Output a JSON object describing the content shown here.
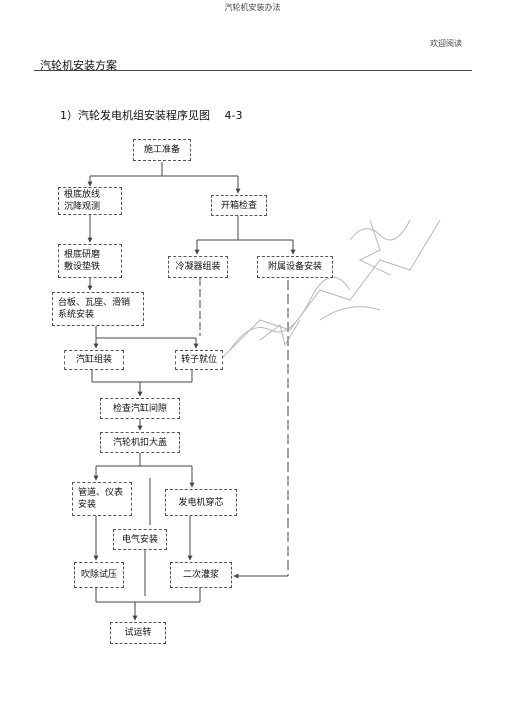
{
  "header": {
    "running_title": "汽轮机安装办法",
    "welcome_text": "欢迎阅读"
  },
  "document": {
    "title": "汽轮机安装方案",
    "figure_caption": "1）汽轮发电机组安装程序见图　 4-3"
  },
  "flowchart": {
    "steps": {
      "prep": "施工准备",
      "foundation_survey": "根底放线\n沉降观测",
      "unpack_inspect": "开箱检查",
      "foundation_grind": "根底研磨\n敷设垫铁",
      "condenser": "冷凝器组装",
      "auxiliary": "附属设备安装",
      "pedestal": "台板、瓦座、滑销\n系统安装",
      "cylinder": "汽缸组装",
      "rotor": "转子就位",
      "check_clearance": "检查汽缸间隙",
      "cover": "汽轮机扣大盖",
      "piping": "管道、仪表\n安装",
      "generator": "发电机穿芯",
      "electrical": "电气安装",
      "blowdown": "吹除试压",
      "grouting": "二次灌浆",
      "trial_run": "试运转"
    }
  }
}
